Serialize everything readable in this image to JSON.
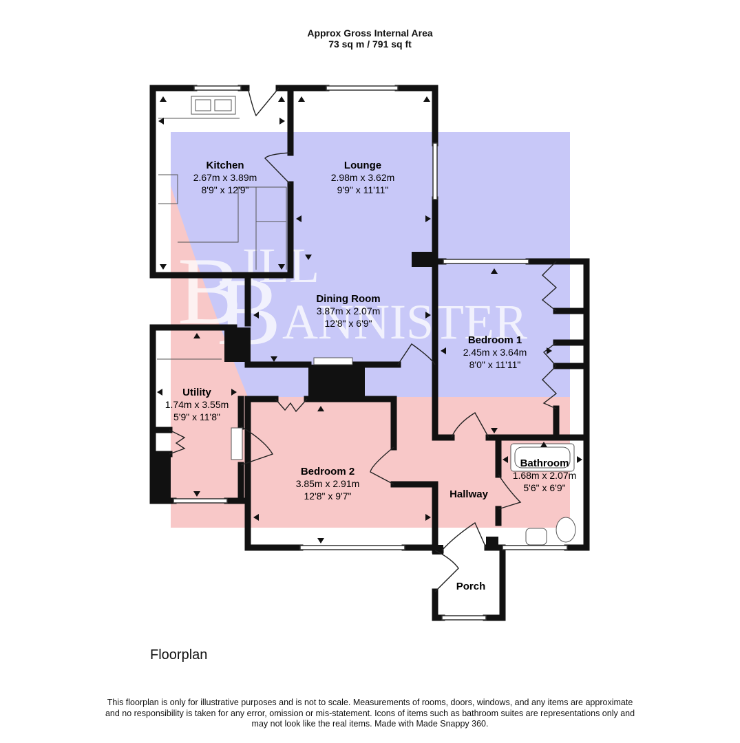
{
  "header": {
    "title": "Approx Gross Internal Area",
    "area": "73 sq m / 791 sq ft"
  },
  "watermark": {
    "letter_1": "B",
    "text_1": "ILL",
    "letter_2": "B",
    "text_2": "ANNISTER"
  },
  "rooms": [
    {
      "name": "Kitchen",
      "metric": "2.67m x 3.89m",
      "imperial": "8'9\" x 12'9\""
    },
    {
      "name": "Lounge",
      "metric": "2.98m x 3.62m",
      "imperial": "9'9\" x 11'11\""
    },
    {
      "name": "Dining Room",
      "metric": "3.87m x 2.07m",
      "imperial": "12'8\" x 6'9\""
    },
    {
      "name": "Bedroom 1",
      "metric": "2.45m x 3.64m",
      "imperial": "8'0\" x 11'11\""
    },
    {
      "name": "Utility",
      "metric": "1.74m x 3.55m",
      "imperial": "5'9\" x 11'8\""
    },
    {
      "name": "Bedroom 2",
      "metric": "3.85m x 2.91m",
      "imperial": "12'8\" x 9'7\""
    },
    {
      "name": "Bathroom",
      "metric": "1.68m x 2.07m",
      "imperial": "5'6\" x 6'9\""
    },
    {
      "name": "Hallway"
    },
    {
      "name": "Porch"
    }
  ],
  "plan_label": "Floorplan",
  "disclaimer": {
    "line_1": "This floorplan is only for illustrative purposes and is not to scale. Measurements of rooms, doors, windows, and any items are approximate",
    "line_2": "and no responsibility is taken for any error, omission or mis-statement. Icons of items such as bathroom suites are representations only and",
    "line_3": "may not look like the real items. Made with Made Snappy 360."
  },
  "colors": {
    "wall": "#111111",
    "day_zone": "#c8c8f8",
    "night_zone": "#f8c8c8",
    "watermark": "#ffffff"
  }
}
